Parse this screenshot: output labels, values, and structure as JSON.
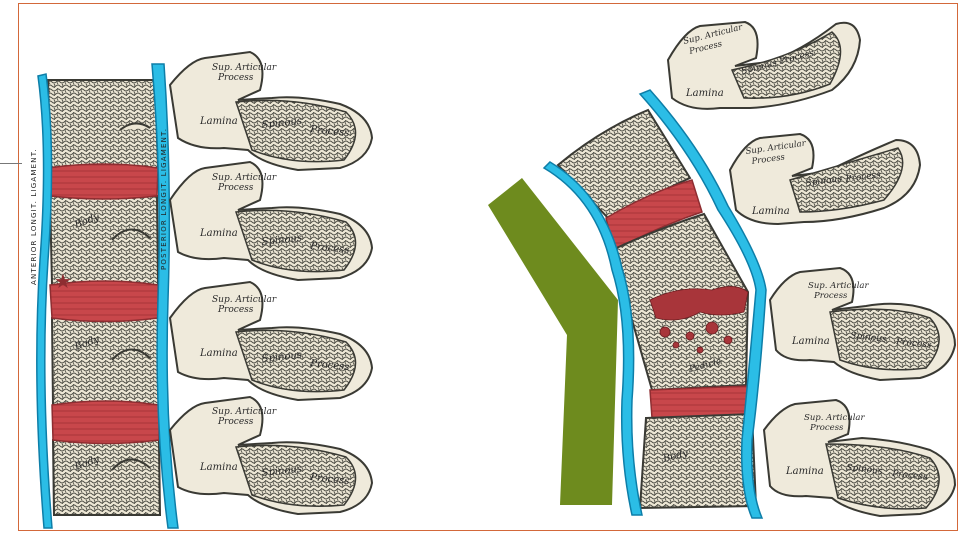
{
  "colors": {
    "frame": "#d3683a",
    "ligament": "#2bbde6",
    "disc": "#c8474b",
    "bone_fill": "#efeadb",
    "bone_texture": "#5a5a52",
    "arrow": "#6e8b1e"
  },
  "labels": {
    "anterior_ligament": "ANTERIOR LONGIT. LIGAMENT.",
    "posterior_ligament": "POSTERIOR LONGIT. LIGAMENT.",
    "sup_articular_line1": "Sup. Articular",
    "sup_articular_line2": "Process",
    "lamina": "Lamina",
    "spinous_line1": "Spinous",
    "spinous_line2": "Process",
    "body": "Body",
    "pedicle": "Pedicle"
  },
  "icons": {
    "star": "star-icon",
    "arrow": "bent-arrow-icon"
  }
}
